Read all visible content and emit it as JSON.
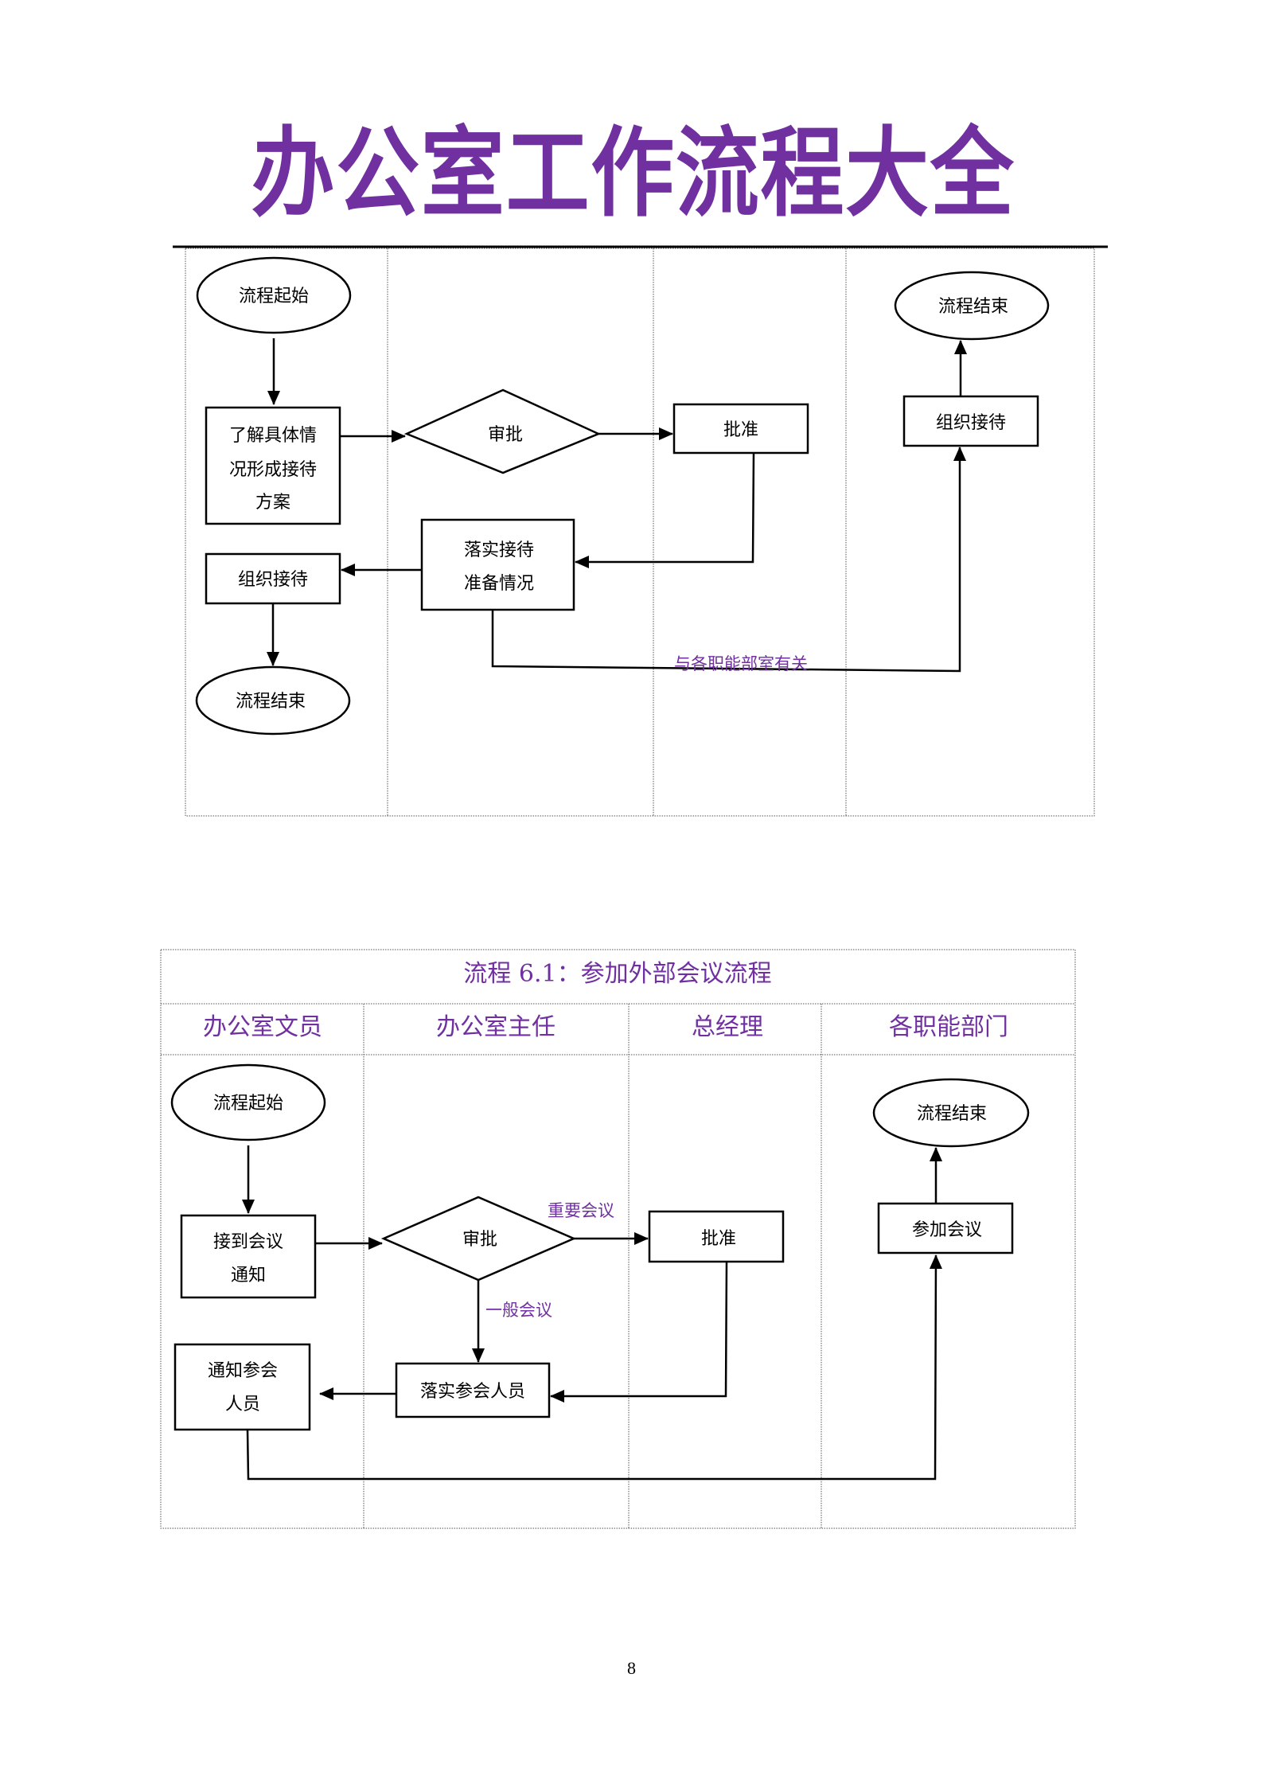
{
  "document": {
    "title": "办公室工作流程大全",
    "page_number": "8",
    "accent_color": "#7030A0"
  },
  "flow1": {
    "nodes": {
      "start": "流程起始",
      "understand_line1": "了解具体情",
      "understand_line2": "况形成接待",
      "understand_line3": "方案",
      "approve_decision": "审批",
      "approved": "批准",
      "implement_line1": "落实接待",
      "implement_line2": "准备情况",
      "organize_left": "组织接待",
      "end_left": "流程结束",
      "organize_right": "组织接待",
      "end_right": "流程结束"
    },
    "labels": {
      "related_departments": "与各职能部室有关"
    }
  },
  "flow2": {
    "title": "流程 6.1：参加外部会议流程",
    "lanes": [
      "办公室文员",
      "办公室主任",
      "总经理",
      "各职能部门"
    ],
    "nodes": {
      "start": "流程起始",
      "receive_line1": "接到会议",
      "receive_line2": "通知",
      "approve_decision": "审批",
      "approved": "批准",
      "implement": "落实参会人员",
      "notify_line1": "通知参会",
      "notify_line2": "人员",
      "attend": "参加会议",
      "end": "流程结束"
    },
    "labels": {
      "important_meeting": "重要会议",
      "general_meeting": "一般会议"
    }
  }
}
